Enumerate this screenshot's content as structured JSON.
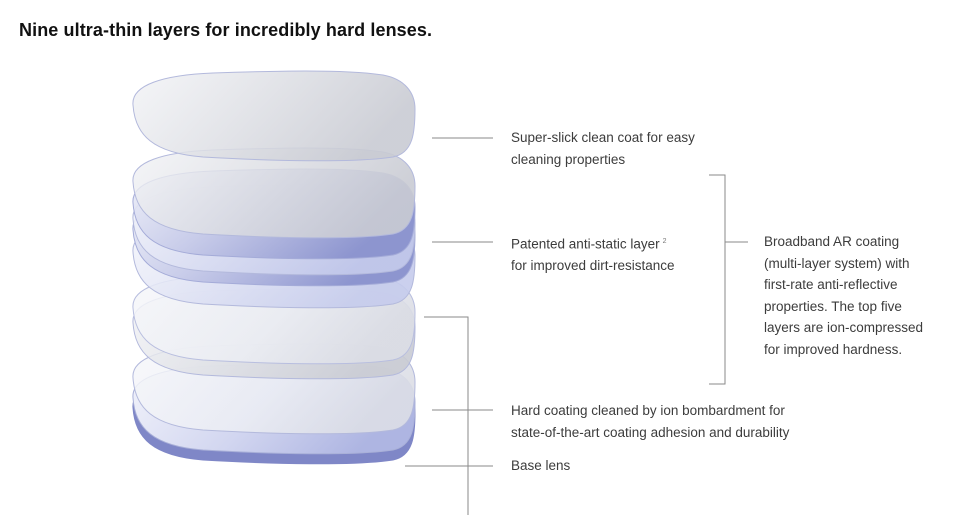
{
  "title": "Nine ultra-thin layers for incredibly hard lenses.",
  "labels": {
    "clean_coat": [
      "Super-slick clean coat for easy",
      "cleaning properties"
    ],
    "anti_static": [
      "Patented anti-static layer",
      "for improved dirt-resistance"
    ],
    "anti_static_footnote": "2",
    "broadband_ar": [
      "Broadband AR coating",
      "(multi-layer system) with",
      "first-rate anti-reflective",
      "properties. The top five",
      "layers are ion-compressed",
      "for improved hardness."
    ],
    "hard_coating": [
      "Hard coating cleaned by ion bombardment for",
      "state-of-the-art coating adhesion and durability"
    ],
    "base_lens": [
      "Base lens"
    ]
  },
  "colors": {
    "clear_layer": "#f1f2f7",
    "blue_layer": "#8f97d1",
    "base_edge": "#7e86c6",
    "outline": "#a9b0d8",
    "leader_line": "#8a8a8a"
  }
}
